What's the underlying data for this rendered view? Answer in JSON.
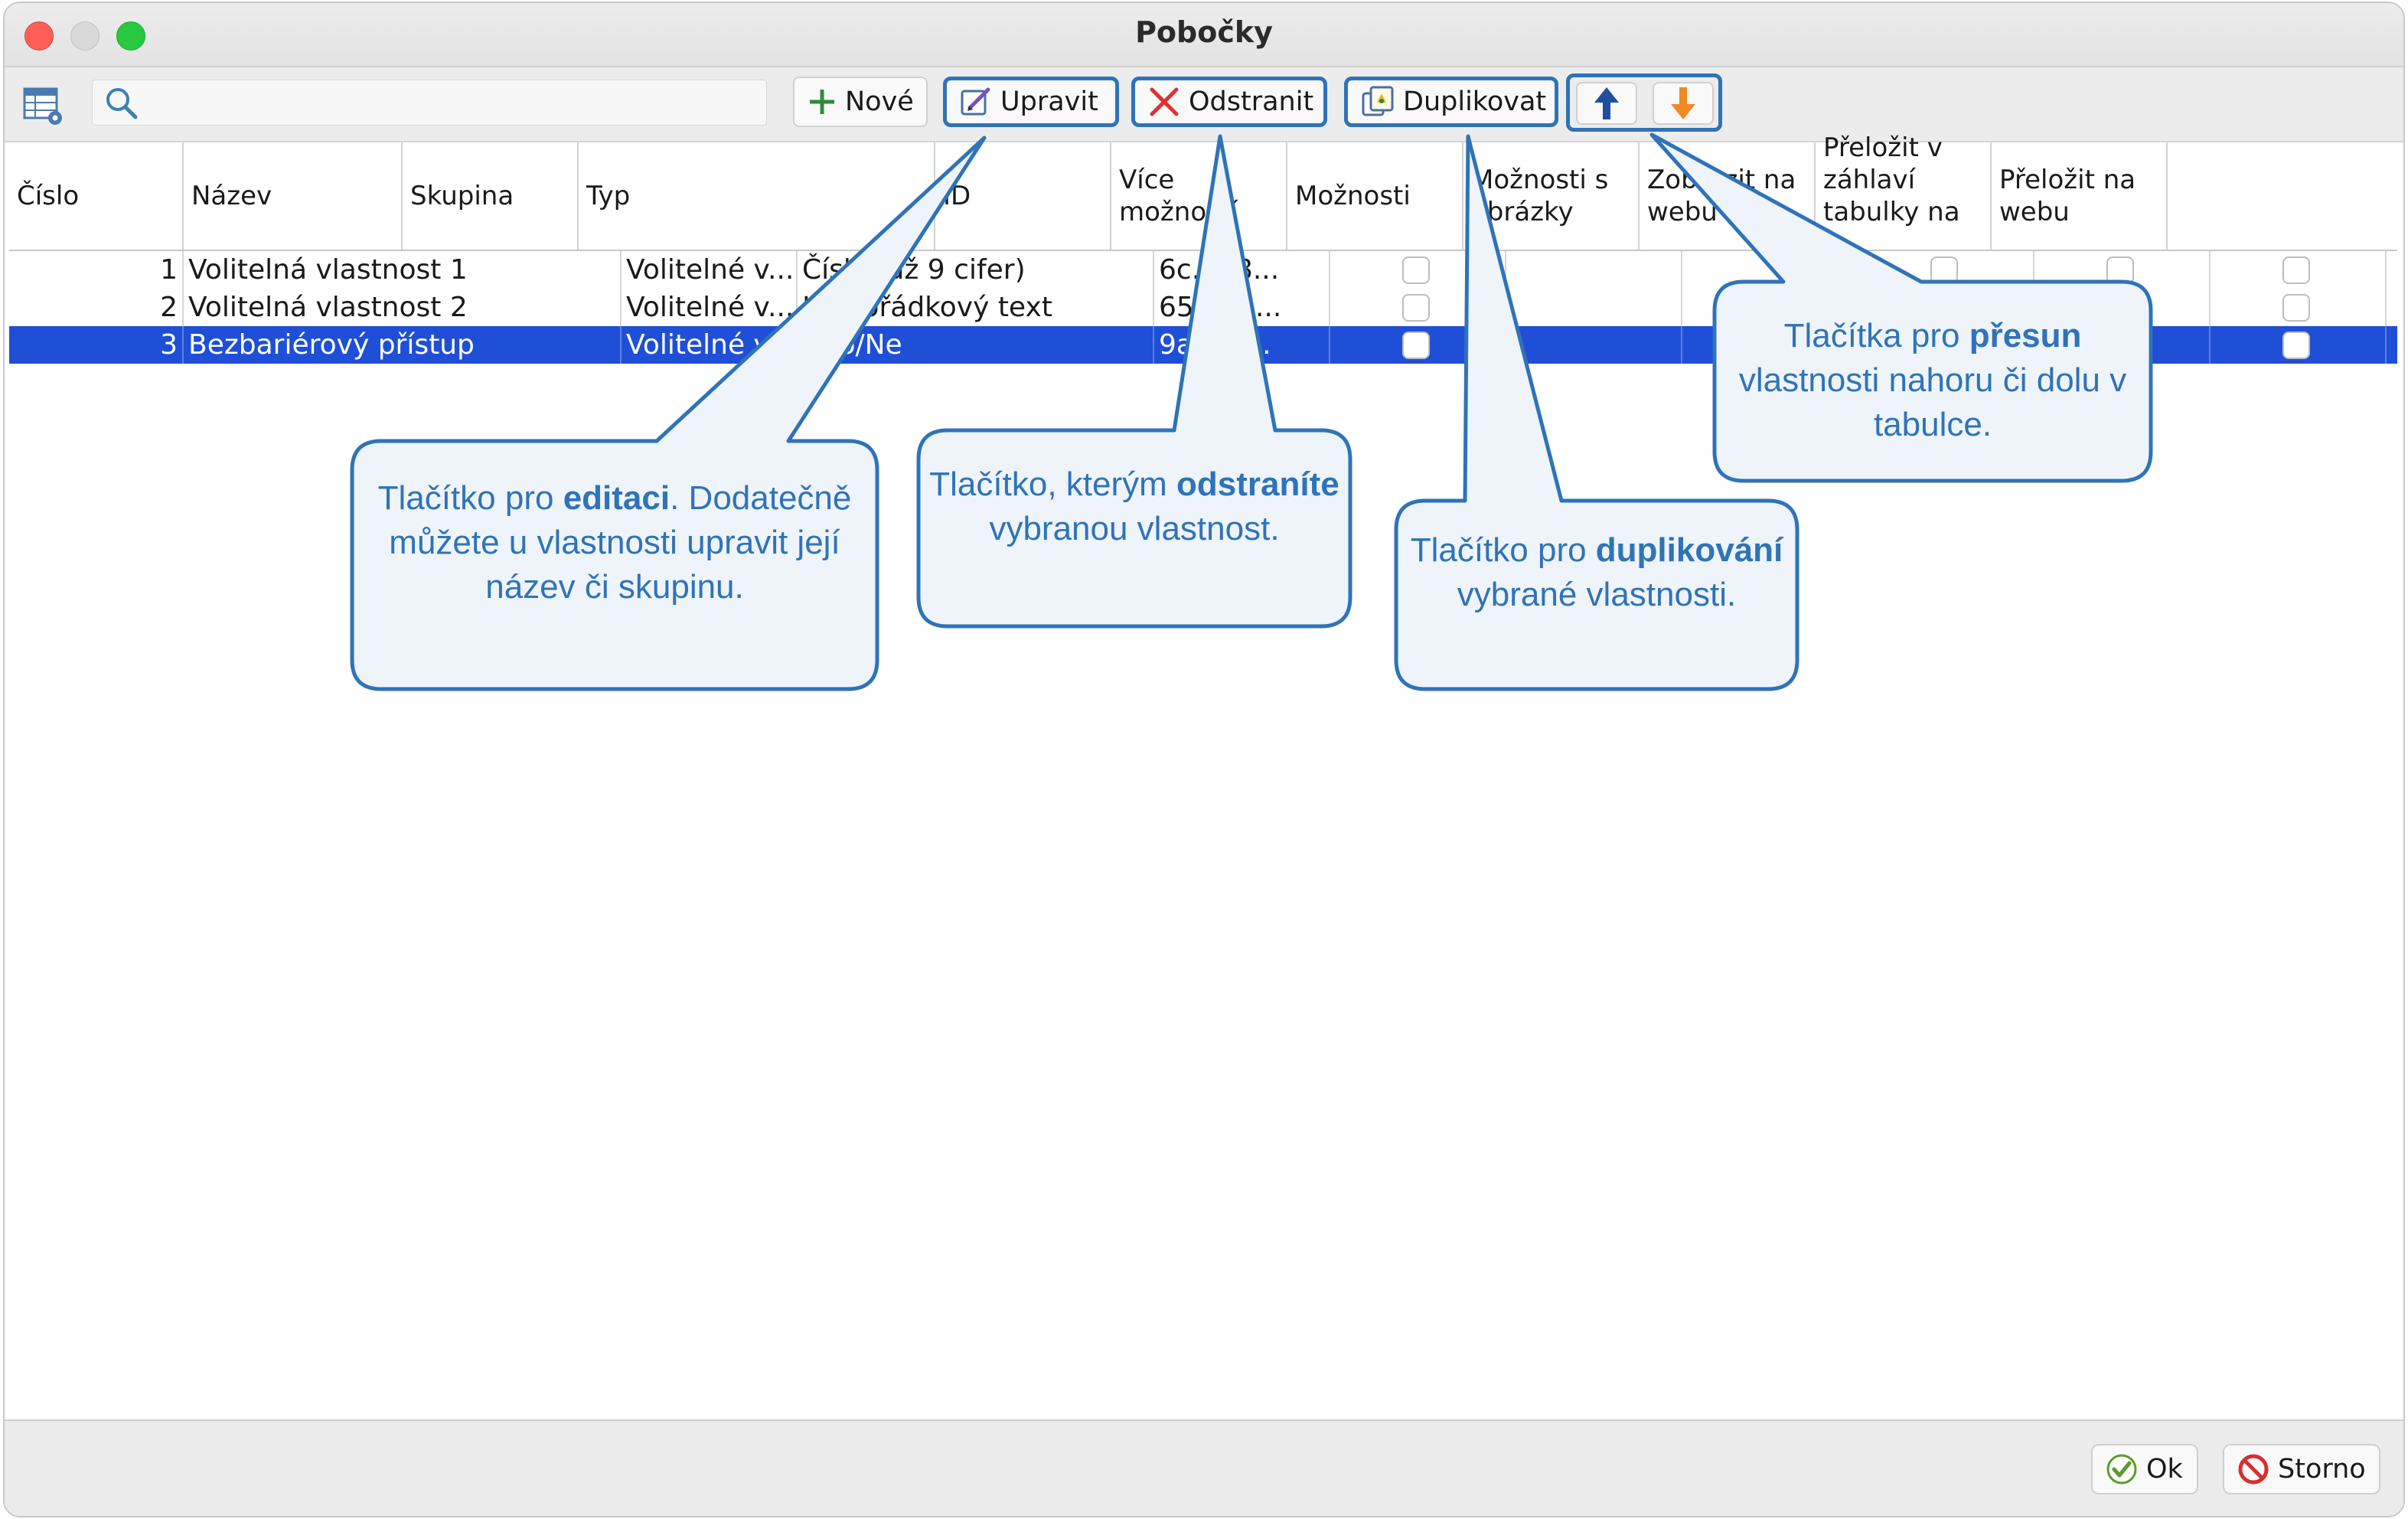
{
  "window": {
    "title": "Pobočky"
  },
  "toolbar": {
    "search_placeholder": "",
    "new_label": "Nové",
    "edit_label": "Upravit",
    "delete_label": "Odstranit",
    "duplicate_label": "Duplikovat"
  },
  "table": {
    "columns": [
      "Číslo",
      "Název",
      "Skupina",
      "Typ",
      "ID",
      "Více možností",
      "Možnosti",
      "Možnosti s obrázky",
      "Zobrazit na webu",
      "Přeložit v záhlaví tabulky na ...",
      "Přeložit na webu"
    ],
    "rows": [
      {
        "num": "1",
        "name": "Volitelná vlastnost 1",
        "group": "Volitelné v...",
        "type": "Číslo (až 9 cifer)",
        "id": "6c...08...",
        "selected": false
      },
      {
        "num": "2",
        "name": "Volitelná vlastnost 2",
        "group": "Volitelné v...",
        "type": "Jednořádkový text",
        "id": "65...91...",
        "selected": false
      },
      {
        "num": "3",
        "name": "Bezbariérový přístup",
        "group": "Volitelné v...",
        "type": "Ano/Ne",
        "id": "9a...7f...",
        "selected": true
      }
    ]
  },
  "callouts": {
    "edit": {
      "pre": "Tlačítko pro ",
      "bold": "editaci",
      "post": ". Dodatečně můžete u vlastnosti upravit její název či skupinu."
    },
    "delete": {
      "pre": "Tlačítko, kterým ",
      "bold": "odstraníte",
      "post": " vybranou vlastnost."
    },
    "duplicate": {
      "pre": "Tlačítko pro ",
      "bold": "duplikování",
      "post": " vybrané vlastnosti."
    },
    "move": {
      "pre": "Tlačítka pro ",
      "bold": "přesun",
      "post": " vlastnosti nahoru či dolu v tabulce."
    }
  },
  "footer": {
    "ok_label": "Ok",
    "cancel_label": "Storno"
  },
  "colors": {
    "accent": "#2f73b8",
    "selection": "#1f4fd6",
    "callout_bg": "#eef4fa"
  }
}
